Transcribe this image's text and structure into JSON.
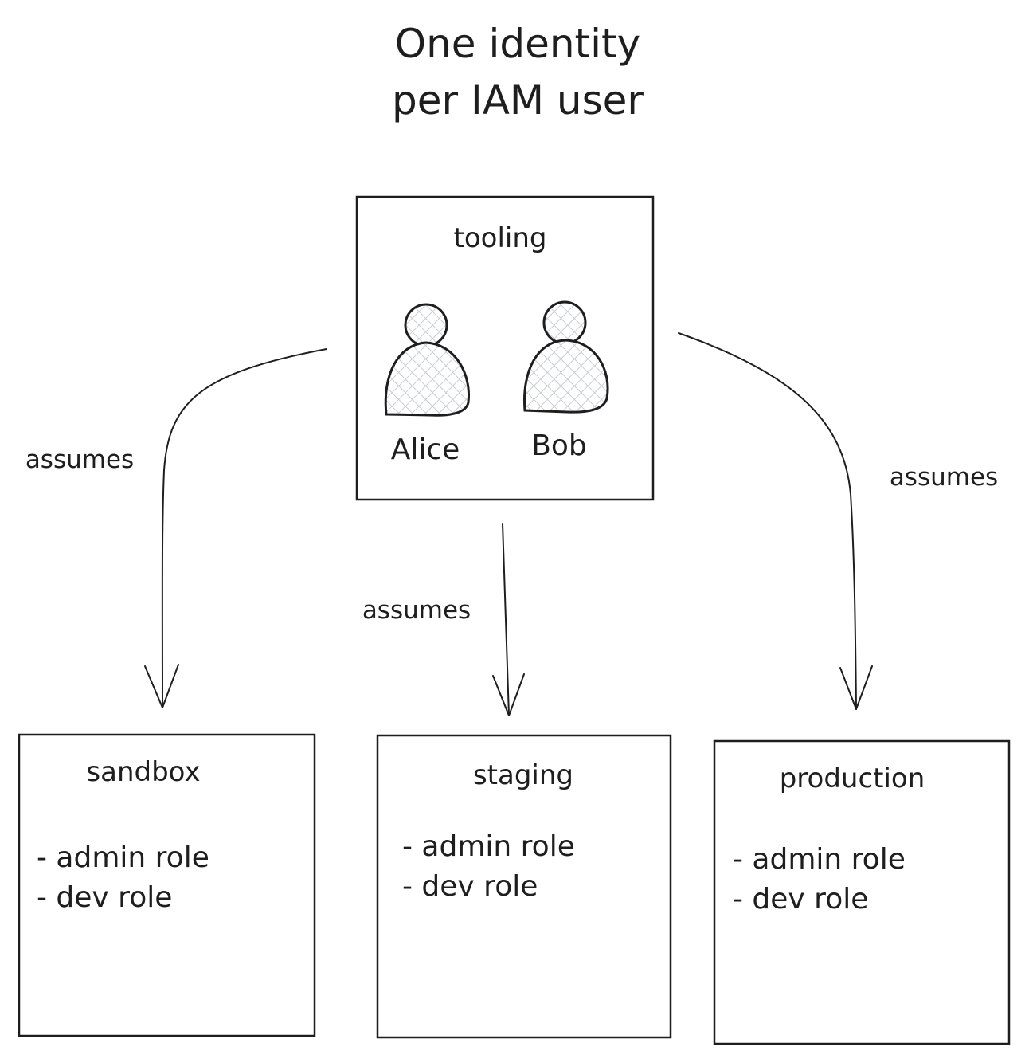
{
  "title": {
    "line1": "One identity",
    "line2": "per IAM user"
  },
  "source": {
    "name": "tooling",
    "users": [
      "Alice",
      "Bob"
    ]
  },
  "edges": {
    "left_label": "assumes",
    "center_label": "assumes",
    "right_label": "assumes"
  },
  "targets": [
    {
      "name": "sandbox",
      "roles": [
        "- admin role",
        "- dev role"
      ]
    },
    {
      "name": "staging",
      "roles": [
        "- admin role",
        "- dev role"
      ]
    },
    {
      "name": "production",
      "roles": [
        "- admin role",
        "- dev role"
      ]
    }
  ],
  "colors": {
    "stroke": "#1e1e1e",
    "hatch": "#c9cdd4",
    "background": "#ffffff"
  }
}
